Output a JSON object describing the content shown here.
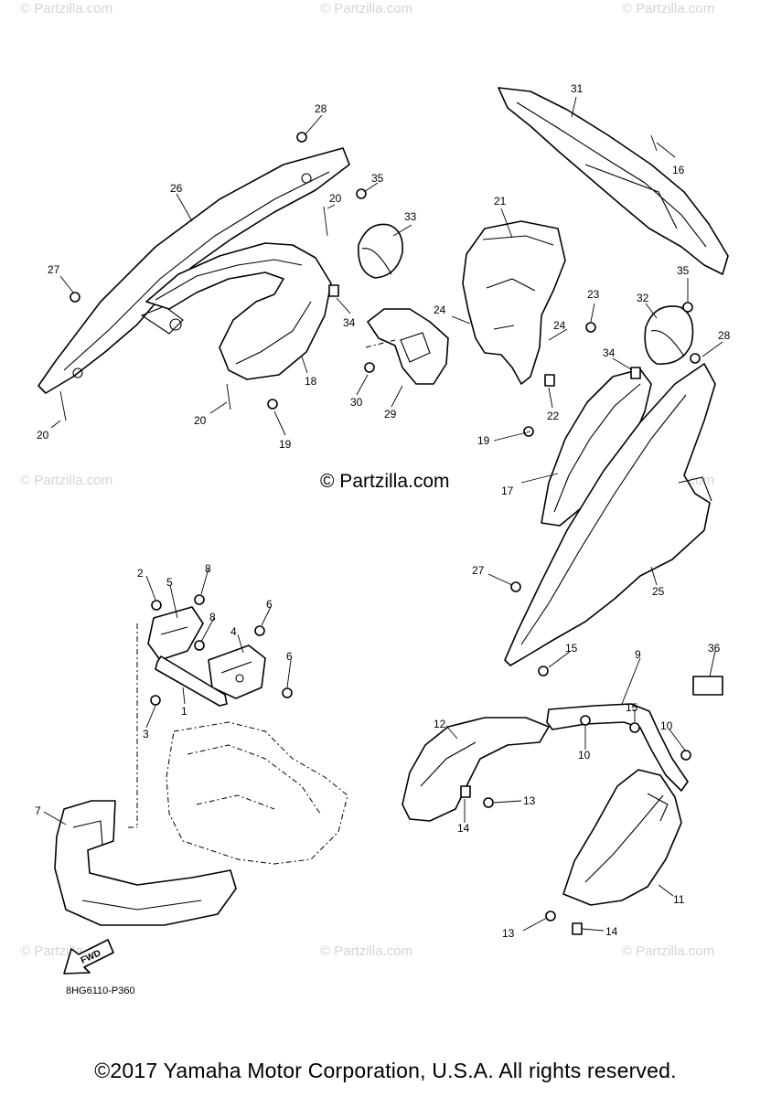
{
  "watermark_text": "© Partzilla.com",
  "center_watermark": "© Partzilla.com",
  "drawing_code": "8HG6110-P360",
  "fwd_label": "FWD",
  "copyright": "©2017 Yamaha Motor Corporation, U.S.A. All rights reserved.",
  "callouts": [
    "31",
    "16",
    "28",
    "26",
    "35",
    "33",
    "21",
    "20",
    "27",
    "34",
    "23",
    "24",
    "24",
    "32",
    "35",
    "18",
    "30",
    "29",
    "34",
    "28",
    "22",
    "20",
    "19",
    "20",
    "19",
    "17",
    "27",
    "25",
    "2",
    "5",
    "8",
    "8",
    "6",
    "4",
    "6",
    "1",
    "3",
    "7",
    "15",
    "9",
    "36",
    "12",
    "15",
    "10",
    "10",
    "13",
    "14",
    "11",
    "13",
    "14"
  ]
}
